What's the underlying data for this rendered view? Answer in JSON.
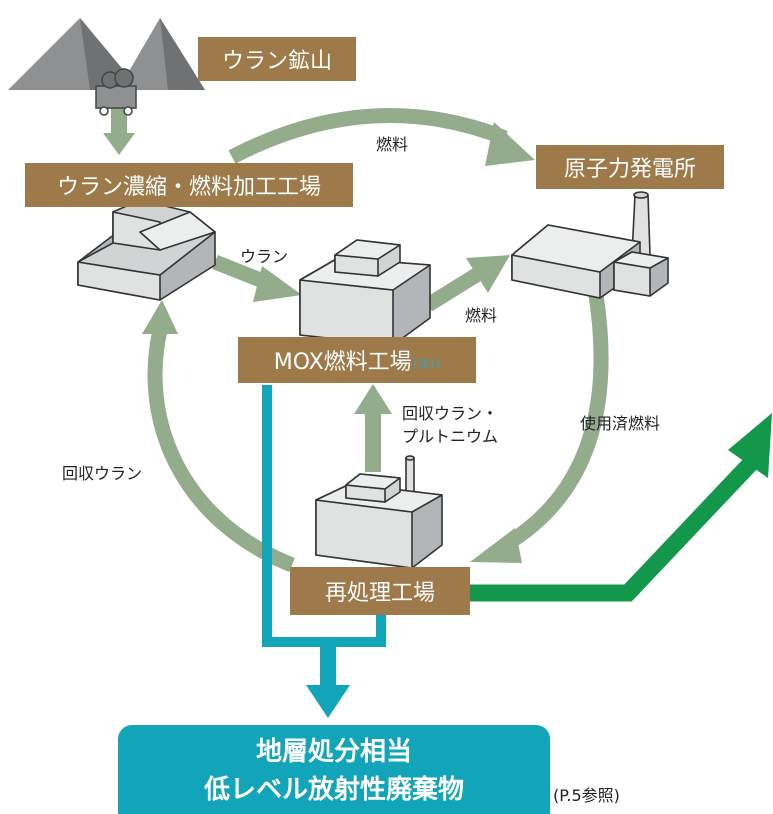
{
  "colors": {
    "box_fill": "#9e7a4a",
    "arrow_gray_green": "#93ad8c",
    "arrow_blue": "#12a4b9",
    "arrow_green": "#13974a",
    "waste_box": "#12a4b9",
    "building_light": "#e0e2e2",
    "building_dark": "#b3b6b8",
    "mine": "#8e9092"
  },
  "icons": {
    "mine": "mine-pyramid-icon",
    "enrichment_plant": "factory-building-icon",
    "mox_plant": "factory-building-icon",
    "power_plant": "power-plant-icon",
    "reprocessing_plant": "reprocessing-plant-icon"
  },
  "boxes": {
    "uranium_mine": "ウラン鉱山",
    "enrichment": "ウラン濃縮・燃料加工工場",
    "power_plant": "原子力発電所",
    "mox": "MOX燃料工場",
    "mox_note": "(注1)",
    "reprocessing": "再処理工場"
  },
  "labels": {
    "fuel_top": "燃料",
    "uranium": "ウラン",
    "fuel_mid": "燃料",
    "recovered_u_pu_line1": "回収ウラン・",
    "recovered_u_pu_line2": "プルトニウム",
    "spent_fuel": "使用済燃料",
    "recovered_uranium": "回収ウラン"
  },
  "waste": {
    "line1": "地層処分相当",
    "line2": "低レベル放射性廃棄物",
    "reference": "(P.5参照)"
  }
}
